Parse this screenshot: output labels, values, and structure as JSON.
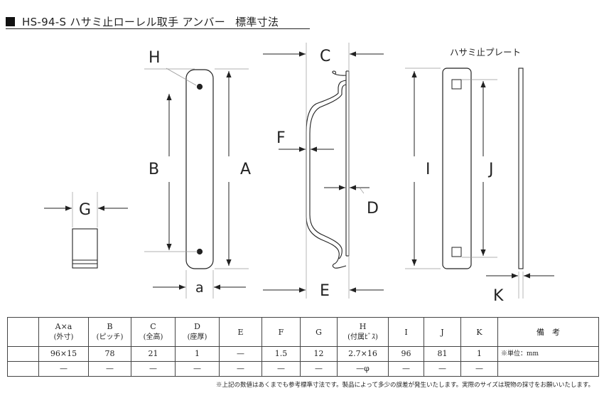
{
  "title": {
    "main": "HS-94-S ハサミ止ローレル取手  アンバー",
    "sub": "標準寸法"
  },
  "labels": {
    "H": "H",
    "B": "B",
    "A": "A",
    "a": "a",
    "C": "C",
    "F": "F",
    "D": "D",
    "E": "E",
    "G": "G",
    "I": "I",
    "J": "J",
    "K": "K",
    "plate_title": "ハサミ止プレート"
  },
  "table": {
    "headers": [
      {
        "main": "A×a",
        "sub": "(外寸)"
      },
      {
        "main": "B",
        "sub": "(ピッチ)"
      },
      {
        "main": "C",
        "sub": "(全高)"
      },
      {
        "main": "D",
        "sub": "(座厚)"
      },
      {
        "main": "E",
        "sub": ""
      },
      {
        "main": "F",
        "sub": ""
      },
      {
        "main": "G",
        "sub": ""
      },
      {
        "main": "H",
        "sub": "(付属ﾋﾞｽ)"
      },
      {
        "main": "I",
        "sub": ""
      },
      {
        "main": "J",
        "sub": ""
      },
      {
        "main": "K",
        "sub": ""
      },
      {
        "main": "備　考",
        "sub": ""
      }
    ],
    "row1": [
      "96×15",
      "78",
      "21",
      "1",
      "—",
      "1.5",
      "12",
      "2.7×16",
      "96",
      "81",
      "1"
    ],
    "row2": [
      "—",
      "—",
      "—",
      "—",
      "—",
      "—",
      "—",
      "—φ",
      "—",
      "—",
      "—"
    ],
    "note": "※単位：mm"
  },
  "footnote": "※上記の数値はあくまでも参考標準寸法です。製品によって多少の誤差が発生いたします。実際のサイズは現物の採寸をお願いいたします。"
}
